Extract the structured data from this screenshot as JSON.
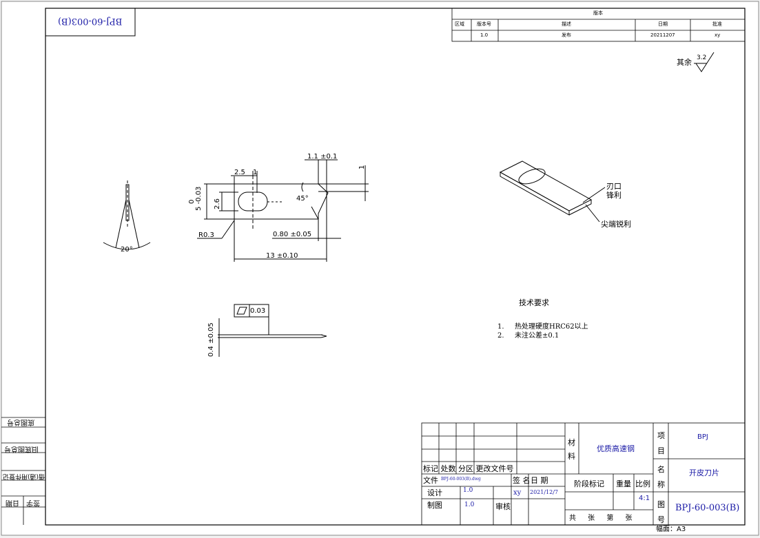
{
  "stamp": {
    "code_mirrored": "BPJ-60-003(B)"
  },
  "revision_block": {
    "title": "版本",
    "headers": [
      "区域",
      "版本号",
      "描述",
      "日期",
      "批准"
    ],
    "row": [
      "",
      "1.0",
      "发布",
      "20211207",
      "xy"
    ]
  },
  "surface_finish": {
    "label": "其余",
    "value": "3.2"
  },
  "dimensions": {
    "d_25": "2.5",
    "d_1a": "1",
    "d_11": "1.1 ±0.1",
    "d_1b": "1",
    "d_0": "0",
    "d_5": "5 -0.03",
    "d_26": "2.6",
    "d_45": "45°",
    "d_r03": "R0.3",
    "d_080": "0.80 ±0.05",
    "d_13": "13 ±0.10",
    "d_20": "20°",
    "flatness": "0.03",
    "thickness": "0.4 ±0.05"
  },
  "iso_labels": {
    "edge": "刃口",
    "edge2": "锋利",
    "tip": "尖端锐利"
  },
  "tech_req": {
    "title": "技术要求",
    "items": [
      {
        "num": "1.",
        "text": "热处理硬度HRC62以上"
      },
      {
        "num": "2.",
        "text": "未注公差±0.1"
      }
    ]
  },
  "left_strip": [
    "底图总号",
    "旧底图总号",
    "借(通)用件登记",
    "签字",
    "日期"
  ],
  "title_block": {
    "rev_header": "标记 处数 分区 更改文件号",
    "file_label": "文件",
    "file_value": "BPJ-60-003(B).dwg",
    "sign_label": "签 名",
    "date_label": "日 期",
    "designer_label": "设计",
    "designer_version": "1.0",
    "designer_name": "xy",
    "designer_date": "2021/12/7",
    "drawer_label": "制图",
    "drawer_version": "1.0",
    "review_label": "审核",
    "material_label": "材料",
    "material_value": "优质高速钢",
    "stage_label": "阶段标记",
    "weight_label": "重量",
    "scale_label": "比例",
    "scale_value": "4:1",
    "sheet_labels": "共  张  第  张",
    "project_label": "项目",
    "project_value": "BPJ",
    "name_label": "名称",
    "name_value": "开皮刀片",
    "drawing_label": "图号",
    "drawing_value": "BPJ-60-003(B)",
    "paper": "幅面：A3"
  }
}
